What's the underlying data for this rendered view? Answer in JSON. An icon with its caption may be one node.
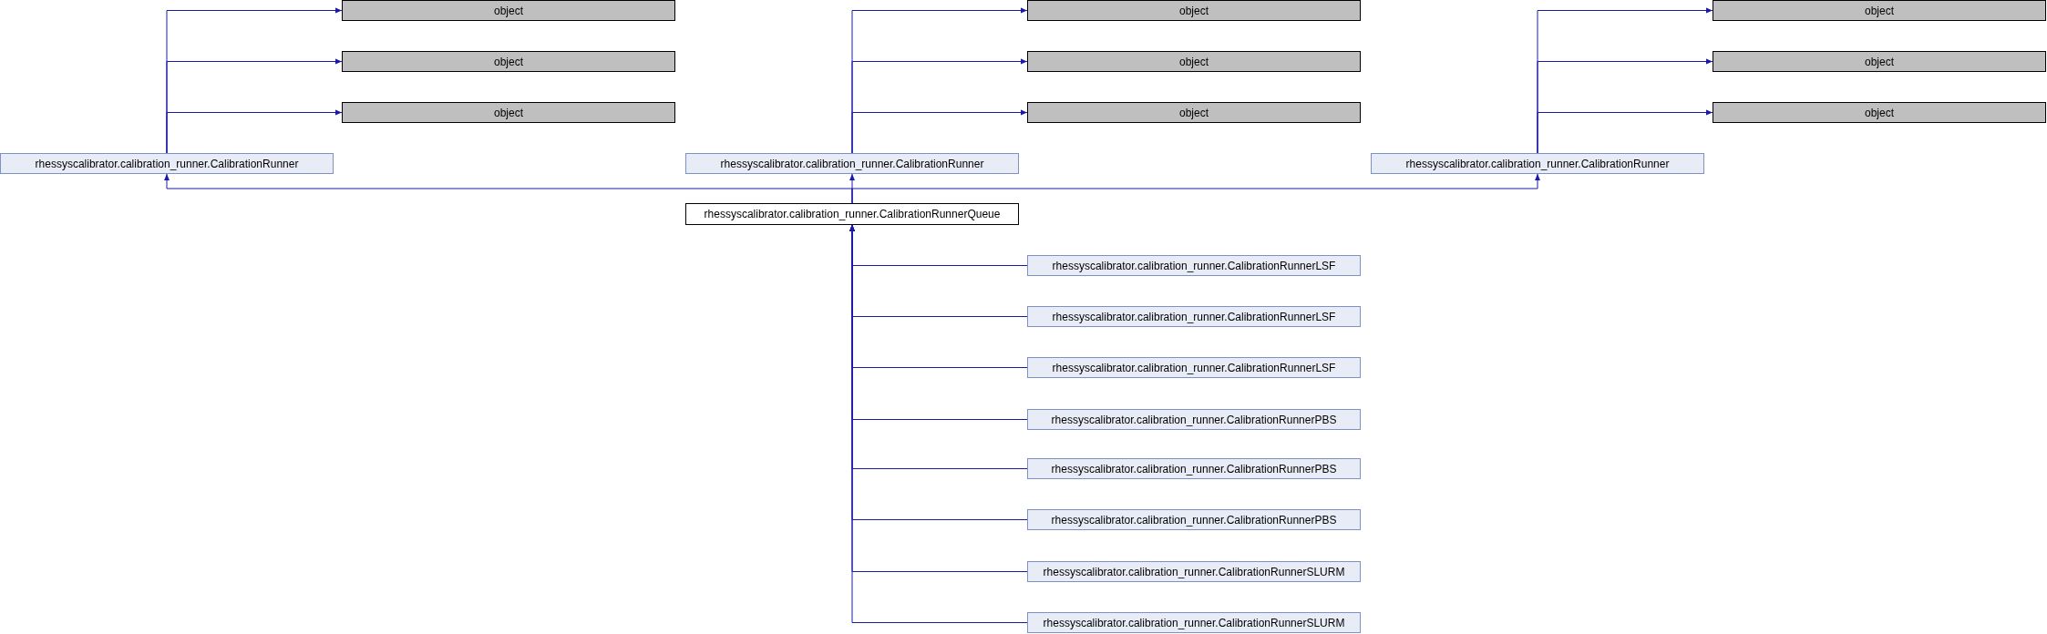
{
  "diagram": {
    "nodes": [
      {
        "text": [
          "object"
        ]
      },
      {
        "text": [
          "object"
        ]
      },
      {
        "text": [
          "object"
        ]
      },
      {
        "text": [
          "object"
        ]
      },
      {
        "text": [
          "object"
        ]
      },
      {
        "text": [
          "object"
        ]
      },
      {
        "text": [
          "object"
        ]
      },
      {
        "text": [
          "object"
        ]
      },
      {
        "text": [
          "object"
        ]
      },
      {
        "text": [
          "rhessyscalibrator.calibration_runner.CalibrationRunner"
        ]
      },
      {
        "text": [
          "rhessyscalibrator.calibration_runner.CalibrationRunner"
        ]
      },
      {
        "text": [
          "rhessyscalibrator.calibration_runner.CalibrationRunner"
        ]
      },
      {
        "text": [
          "rhessyscalibrator.calibration_runner.CalibrationRunnerQueue"
        ]
      },
      {
        "text": [
          "rhessyscalibrator.calibration_runner.CalibrationRunnerLSF"
        ]
      },
      {
        "text": [
          "rhessyscalibrator.calibration_runner.CalibrationRunnerLSF"
        ]
      },
      {
        "text": [
          "rhessyscalibrator.calibration_runner.CalibrationRunnerLSF"
        ]
      },
      {
        "text": [
          "rhessyscalibrator.calibration_runner.CalibrationRunnerPBS"
        ]
      },
      {
        "text": [
          "rhessyscalibrator.calibration_runner.CalibrationRunnerPBS"
        ]
      },
      {
        "text": [
          "rhessyscalibrator.calibration_runner.CalibrationRunnerPBS"
        ]
      },
      {
        "text": [
          "rhessyscalibrator.calibration_runner.CalibrationRunnerSLURM"
        ]
      },
      {
        "text": [
          "rhessyscalibrator.calibration_runner.CalibrationRunnerSLURM"
        ]
      }
    ],
    "edges": [
      {
        "from": 9,
        "to": 0,
        "arrow": "to"
      },
      {
        "from": 9,
        "to": 3,
        "arrow": "to"
      },
      {
        "from": 9,
        "to": 6,
        "arrow": "to"
      },
      {
        "from": 10,
        "to": 1,
        "arrow": "to"
      },
      {
        "from": 10,
        "to": 4,
        "arrow": "to"
      },
      {
        "from": 10,
        "to": 7,
        "arrow": "to"
      },
      {
        "from": 11,
        "to": 2,
        "arrow": "to"
      },
      {
        "from": 11,
        "to": 5,
        "arrow": "to"
      },
      {
        "from": 11,
        "to": 8,
        "arrow": "to"
      },
      {
        "from": 12,
        "to": 9,
        "arrow": "to"
      },
      {
        "from": 12,
        "to": 10,
        "arrow": "to"
      },
      {
        "from": 12,
        "to": 11,
        "arrow": "to"
      },
      {
        "from": 13,
        "to": 12,
        "arrow": "to"
      },
      {
        "from": 14,
        "to": 12,
        "arrow": "to"
      },
      {
        "from": 15,
        "to": 12,
        "arrow": "to"
      },
      {
        "from": 16,
        "to": 12,
        "arrow": "to"
      },
      {
        "from": 17,
        "to": 12,
        "arrow": "to"
      },
      {
        "from": 18,
        "to": 12,
        "arrow": "to"
      },
      {
        "from": 19,
        "to": 12,
        "arrow": "to"
      },
      {
        "from": 20,
        "to": 12,
        "arrow": "to"
      }
    ]
  }
}
